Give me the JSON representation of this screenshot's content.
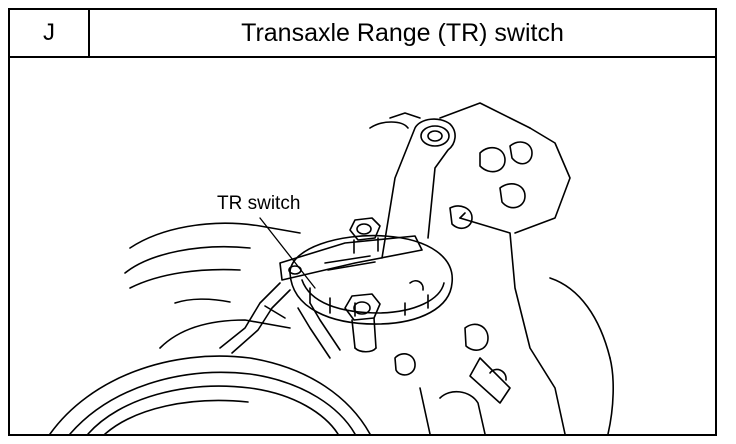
{
  "header": {
    "letter": "J",
    "title": "Transaxle Range (TR) switch"
  },
  "figure": {
    "callout_label": "TR switch",
    "icon": "transaxle-tr-switch-illustration"
  }
}
